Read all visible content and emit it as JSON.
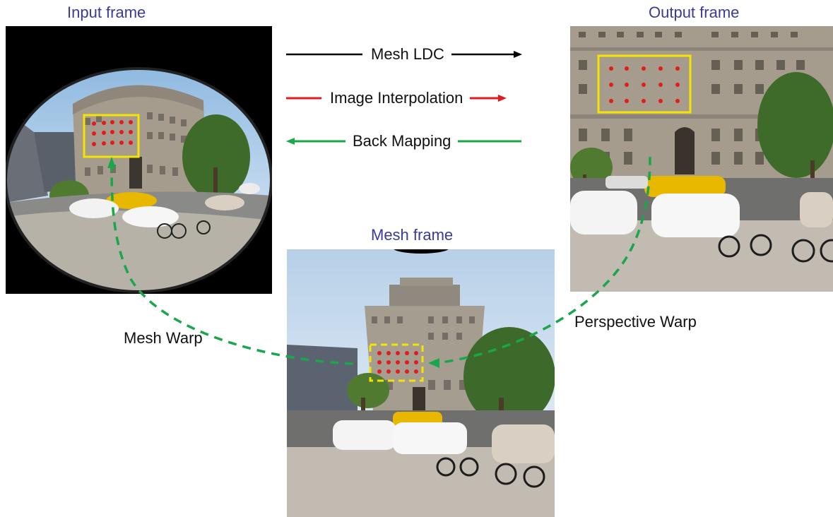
{
  "titles": {
    "input": "Input frame",
    "output": "Output frame",
    "mesh": "Mesh frame"
  },
  "legend": {
    "mesh_ldc": "Mesh LDC",
    "image_interpolation": "Image Interpolation",
    "back_mapping": "Back Mapping"
  },
  "labels": {
    "mesh_warp": "Mesh Warp",
    "perspective_warp": "Perspective Warp"
  },
  "colors": {
    "title_blue": "#3a3a9a",
    "mesh_ldc_arrow": "#000000",
    "interpolation_arrow": "#e41a1c",
    "back_mapping_arrow": "#1aa64a",
    "grid_box": "#f5e400",
    "grid_dot": "#e41a1c"
  }
}
